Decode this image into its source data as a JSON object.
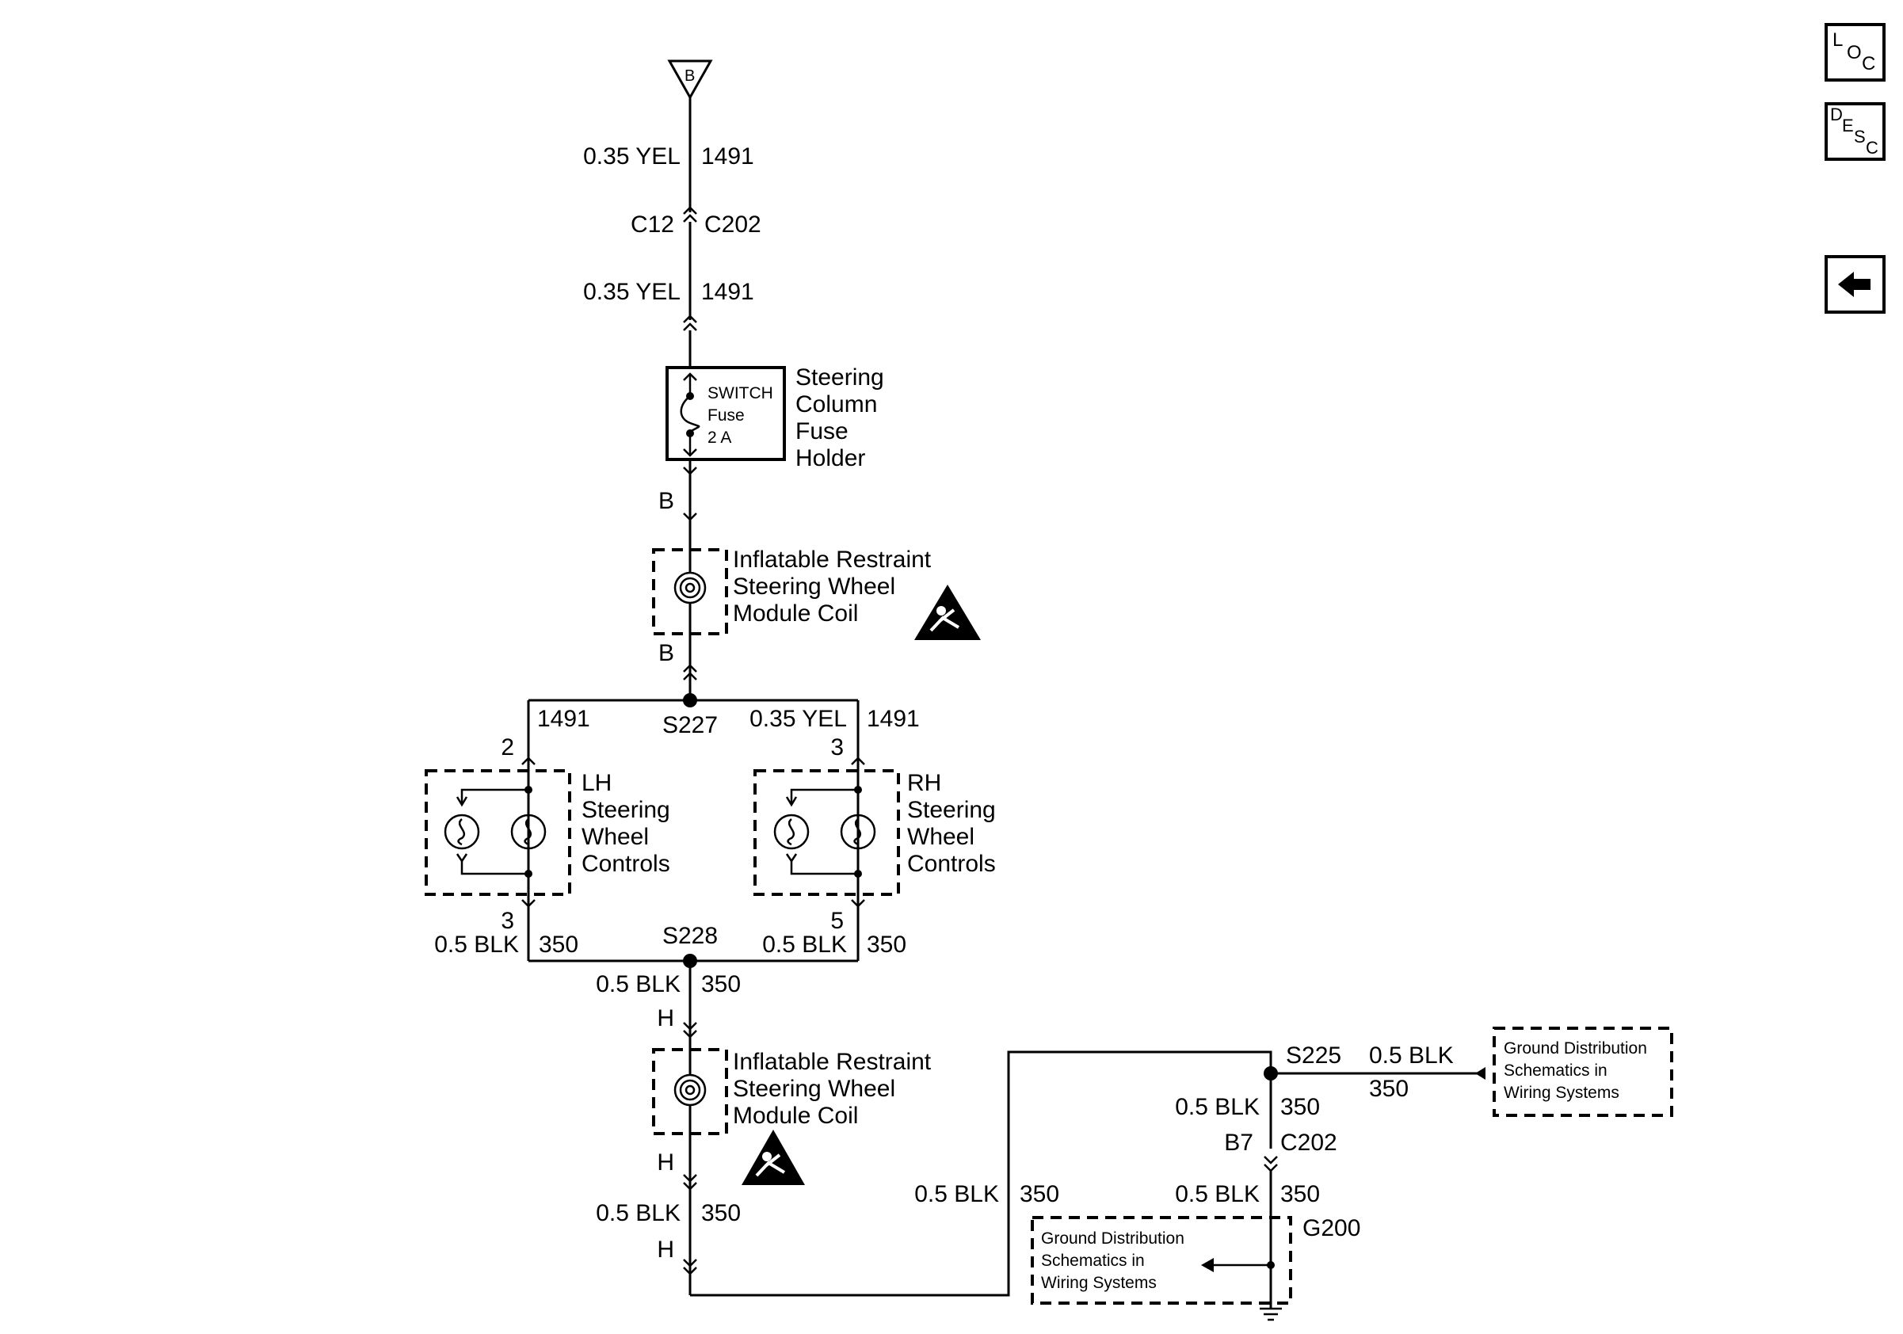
{
  "nav": {
    "loc": {
      "big": "L",
      "mid": "O",
      "small": "C"
    },
    "desc": {
      "c1": "D",
      "c2": "E",
      "c3": "S",
      "c4": "C"
    }
  },
  "top_connector": {
    "letter": "B"
  },
  "wires": {
    "w1_color": "0.35 YEL",
    "w1_circuit": "1491",
    "conn1_pin": "C12",
    "conn1_name": "C202",
    "w2_color": "0.35 YEL",
    "w2_circuit": "1491",
    "fuse_pin_out": "B",
    "coil1_pin_out": "B",
    "lh_circuit": "1491",
    "s227": "S227",
    "rh_color": "0.35 YEL",
    "rh_circuit": "1491",
    "lh_pin_in": "2",
    "rh_pin_in": "3",
    "lh_pin_out": "3",
    "rh_pin_out": "5",
    "lh_out_color": "0.5 BLK",
    "lh_out_circuit": "350",
    "s228": "S228",
    "rh_out_color": "0.5 BLK",
    "rh_out_circuit": "350",
    "w3_color": "0.5 BLK",
    "w3_circuit": "350",
    "coil2_pin_in": "H",
    "coil2_pin_out": "H",
    "w4_color": "0.5 BLK",
    "w4_circuit": "350",
    "coil2_bottom_pin": "H",
    "s225": "S225",
    "g_right_color": "0.5 BLK",
    "g_right_circuit": "350",
    "g_vert_color": "0.5 BLK",
    "g_vert_circuit": "350",
    "b7_pin": "B7",
    "b7_name": "C202",
    "g_loop_color": "0.5 BLK",
    "g_loop_circuit": "350",
    "g_low_color": "0.5 BLK",
    "g_low_circuit": "350",
    "g200": "G200"
  },
  "fuse_holder": {
    "inner": [
      "SWITCH",
      "Fuse",
      "2 A"
    ],
    "label": [
      "Steering",
      "Column",
      "Fuse",
      "Holder"
    ]
  },
  "coil_module": {
    "label": [
      "Inflatable Restraint",
      "Steering Wheel",
      "Module Coil"
    ]
  },
  "lh_controls": {
    "label": [
      "LH",
      "Steering",
      "Wheel",
      "Controls"
    ]
  },
  "rh_controls": {
    "label": [
      "RH",
      "Steering",
      "Wheel",
      "Controls"
    ]
  },
  "ground_ref": {
    "lines": [
      "Ground Distribution",
      "Schematics in",
      "Wiring Systems"
    ]
  },
  "colors": {
    "ink": "#000000",
    "background": "#ffffff"
  }
}
